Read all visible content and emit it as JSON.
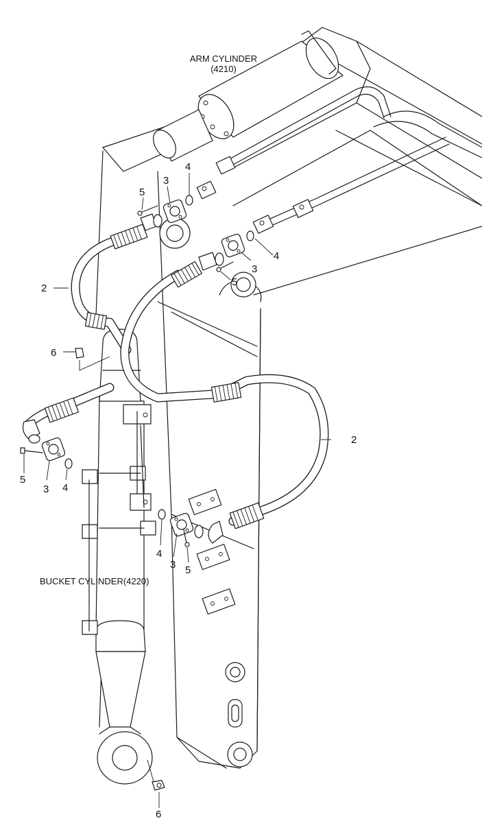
{
  "labels": {
    "arm_cylinder_line1": "ARM CYLINDER",
    "arm_cylinder_line2": "(4210)",
    "bucket_cylinder": "BUCKET CYLINDER(4220)"
  },
  "callouts": {
    "hose_upper": "2",
    "hose_lower": "2",
    "flange_top_left": "3",
    "flange_top_right": "3",
    "flange_mid_left": "3",
    "flange_mid_right": "3",
    "oring_top_left": "4",
    "oring_top_right": "4",
    "oring_mid_left": "4",
    "oring_mid_right": "4",
    "bolt_top_left": "5",
    "bolt_top_right": "5",
    "bolt_mid_left": "5",
    "bolt_mid_right": "5",
    "grease_top": "6",
    "grease_bottom": "6"
  }
}
